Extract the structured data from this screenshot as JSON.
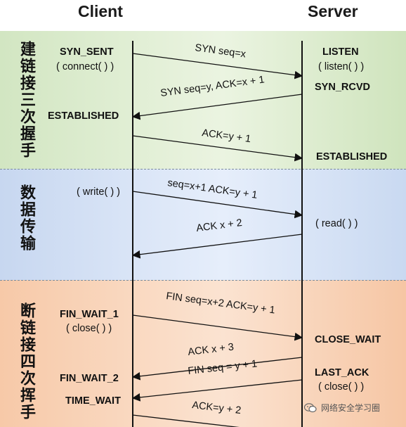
{
  "header": {
    "client": "Client",
    "server": "Server"
  },
  "phases": {
    "handshake": "建链接三次握手",
    "data_transfer": "数据传输",
    "teardown": "断链接四次挥手"
  },
  "client_labels": {
    "syn_sent": "SYN_SENT",
    "connect": "( connect( ) )",
    "established": "ESTABLISHED",
    "write": "( write( ) )",
    "fin_wait_1": "FIN_WAIT_1",
    "close": "( close( ) )",
    "fin_wait_2": "FIN_WAIT_2",
    "time_wait": "TIME_WAIT"
  },
  "server_labels": {
    "listen": "LISTEN",
    "listen_call": "( listen( ) )",
    "syn_rcvd": "SYN_RCVD",
    "established": "ESTABLISHED",
    "read": "( read( ) )",
    "close_wait": "CLOSE_WAIT",
    "last_ack": "LAST_ACK",
    "close": "( close( ) )"
  },
  "messages": [
    {
      "text": "SYN seq=x",
      "direction": "to-server"
    },
    {
      "text": "SYN seq=y, ACK=x + 1",
      "direction": "to-client"
    },
    {
      "text": "ACK=y + 1",
      "direction": "to-server"
    },
    {
      "text": "seq=x+1 ACK=y + 1",
      "direction": "to-server"
    },
    {
      "text": "ACK x + 2",
      "direction": "to-client"
    },
    {
      "text": "FIN seq=x+2 ACK=y + 1",
      "direction": "to-server"
    },
    {
      "text": "ACK x + 3",
      "direction": "to-client"
    },
    {
      "text": "FIN seq = y + 1",
      "direction": "to-client"
    },
    {
      "text": "ACK=y + 2",
      "direction": "to-server"
    }
  ],
  "watermark": "网络安全学习圈",
  "colors": {
    "handshake_band": "#e2efd6",
    "data_band": "#dce6f6",
    "teardown_band": "#f9d8c0",
    "line": "#111111"
  }
}
